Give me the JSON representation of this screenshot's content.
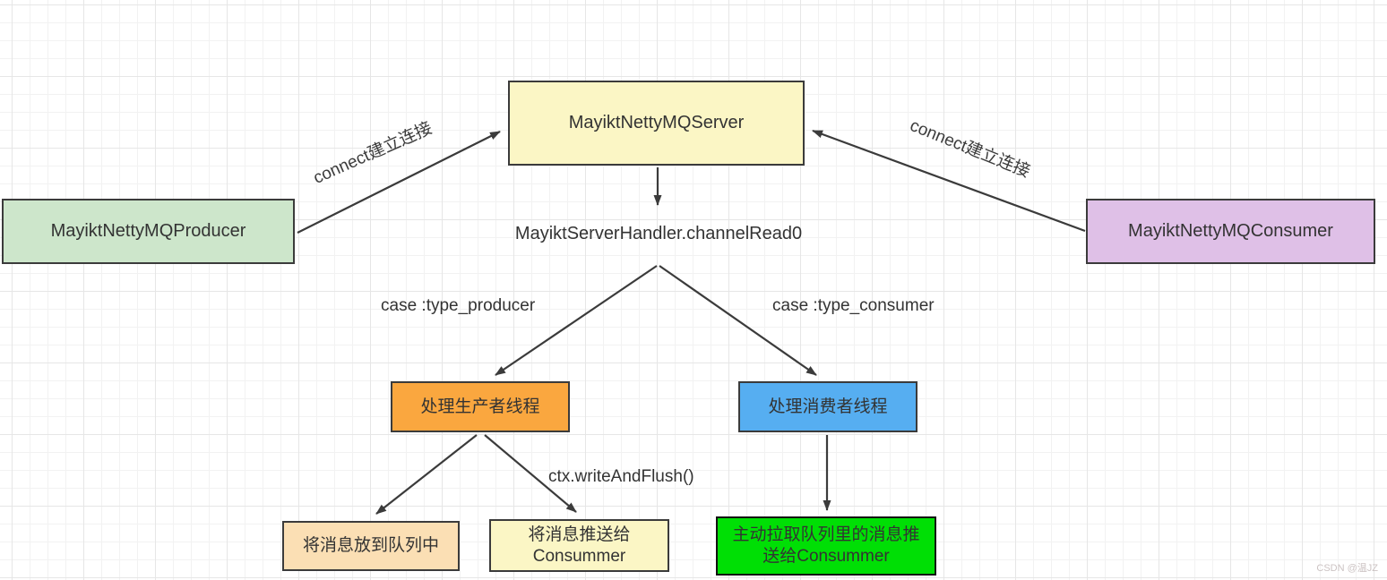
{
  "diagram": {
    "nodes": {
      "server": {
        "label": "MayiktNettyMQServer"
      },
      "producer": {
        "label": "MayiktNettyMQProducer"
      },
      "consumer": {
        "label": "MayiktNettyMQConsumer"
      },
      "handler": {
        "label": "MayiktServerHandler.channelRead0"
      },
      "producer_thread": {
        "label": "处理生产者线程"
      },
      "consumer_thread": {
        "label": "处理消费者线程"
      },
      "queue_put": {
        "label": "将消息放到队列中"
      },
      "push_consumer": {
        "line1": "将消息推送给",
        "line2": "Consummer"
      },
      "pull_push": {
        "line1": "主动拉取队列里的消息推",
        "line2": "送给Consummer"
      }
    },
    "edges": {
      "connect_left": {
        "label": "connect建立连接"
      },
      "connect_right": {
        "label": "connect建立连接"
      },
      "case_producer": {
        "label": "case :type_producer"
      },
      "case_consumer": {
        "label": "case :type_consumer"
      },
      "write_flush": {
        "label": "ctx.writeAndFlush()"
      }
    },
    "colors": {
      "server_fill": "#fbf6c5",
      "producer_fill": "#cde6cb",
      "consumer_fill": "#dfc0e7",
      "producer_thread_fill": "#faa73f",
      "consumer_thread_fill": "#56aef1",
      "queue_put_fill": "#fbdfb4",
      "push_consumer_fill": "#fbf6c5",
      "pull_push_fill": "#00df05",
      "stroke": "#3b3b3b"
    },
    "watermark": "CSDN @温JZ"
  }
}
